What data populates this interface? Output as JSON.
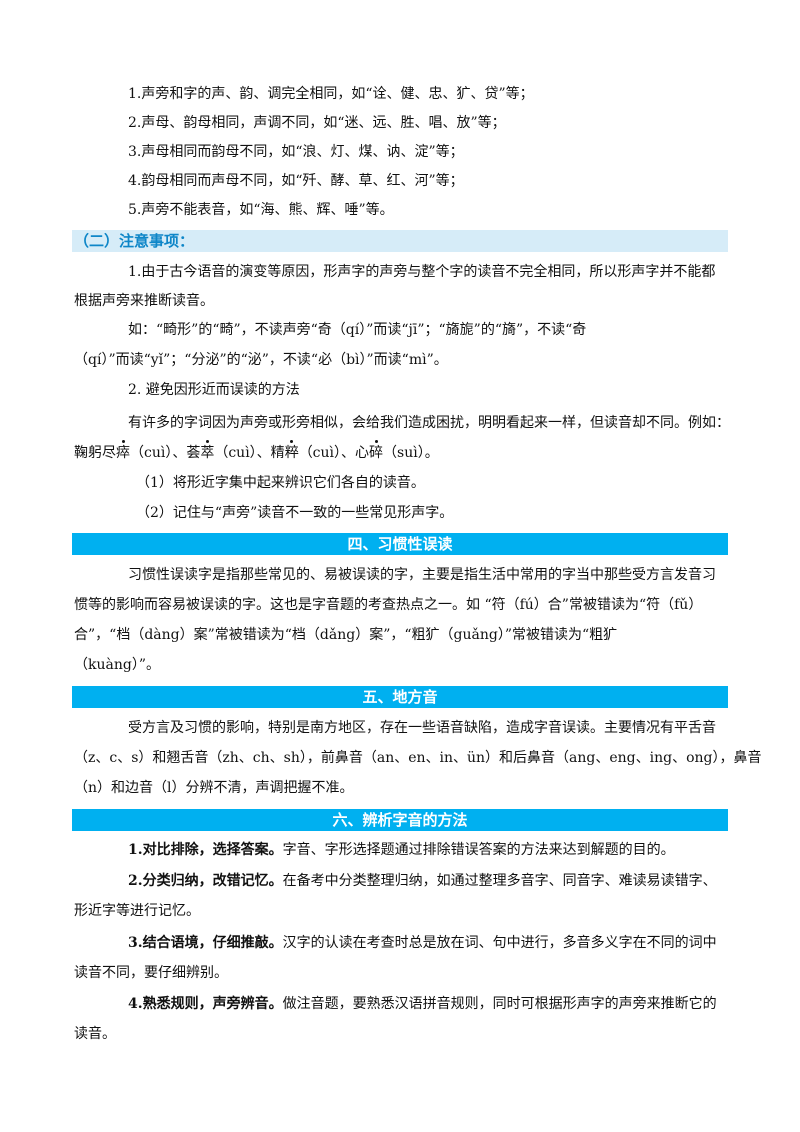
{
  "intro_items": [
    "1.声旁和字的声、韵、调完全相同，如“诠、健、忠、犷、贷”等；",
    "2.声母、韵母相同，声调不同，如“迷、远、胜、唱、放”等；",
    "3.声母相同而韵母不同，如“浪、灯、煤、讷、淀”等；",
    "4.韵母相同而声母不同，如“歼、酵、草、红、河”等；",
    "5.声旁不能表音，如“海、熊、辉、唾”等。"
  ],
  "section_notes": {
    "heading": "（二）注意事项：",
    "p1_line1": "1.由于古今语音的演变等原因，形声字的声旁与整个字的读音不完全相同，所以形声字并不能都",
    "p1_line2": "根据声旁来推断读音。",
    "ex_line1": "如：“畸形”的“畸”，不读声旁“奇（qí）”而读“jī”；“旖旎”的“旖”，不读“奇",
    "ex_line2": "（qí）”而读“yǐ”；“分泌”的“泌”，不读“必（bì）”而读“mì”。",
    "p2_title": "2. 避免因形近而误读的方法",
    "p2_line1": "有许多的字词因为声旁或形旁相似，会给我们造成困扰，明明看起来一样，但读音却不同。例如：",
    "ex2": {
      "w1_pre": "鞠躬尽",
      "w1_dot": "瘁",
      "w1_py": "（cuì）、荟",
      "w2_dot": "萃",
      "w2_py": "（cuì）、精",
      "w3_dot": "粹",
      "w3_py": "（cuì）、心",
      "w4_dot": "碎",
      "w4_py": "（suì）。"
    },
    "sub1": "（1）将形近字集中起来辨识它们各自的读音。",
    "sub2": "（2）记住与“声旁”读音不一致的一些常见形声字。"
  },
  "section4": {
    "title": "四、习惯性误读",
    "line1": "习惯性误读字是指那些常见的、易被误读的字，主要是指生活中常用的字当中那些受方言发音习",
    "line2": "惯等的影响而容易被误读的字。这也是字音题的考查热点之一。如 “符（fú）合”常被错读为“符（fǔ）",
    "line3": "合”，“档（dàng）案”常被错读为“档（dǎng）案”，“粗犷（guǎng）”常被错读为“粗犷",
    "line4": "（kuàng）”。"
  },
  "section5": {
    "title": "五、地方音",
    "line1": "受方言及习惯的影响，特别是南方地区，存在一些语音缺陷，造成字音误读。主要情况有平舌音",
    "line2": "（z、c、s）和翘舌音（zh、ch、sh），前鼻音（an、en、in、ün）和后鼻音（ang、eng、ing、ong），鼻音",
    "line3": "（n）和边音（l）分辨不清，声调把握不准。"
  },
  "section6": {
    "title": "六、辨析字音的方法",
    "m1_bold": "1.对比排除，选择答案。",
    "m1_text": "字音、字形选择题通过排除错误答案的方法来达到解题的目的。",
    "m2_bold": "2.分类归纳，改错记忆。",
    "m2_text": "在备考中分类整理归纳，如通过整理多音字、同音字、难读易读错字、",
    "m2_line2": "形近字等进行记忆。",
    "m3_bold": "3.结合语境，仔细推敲。",
    "m3_text": "汉字的认读在考查时总是放在词、句中进行，多音多义字在不同的词中",
    "m3_line2": "读音不同，要仔细辨别。",
    "m4_bold": "4.熟悉规则，声旁辨音。",
    "m4_text": "做注音题，要熟悉汉语拼音规则，同时可根据形声字的声旁来推断它的",
    "m4_line2": "读音。"
  },
  "colors": {
    "heading_bar": "#00b0f0",
    "subheading_bar": "#d6ecf8",
    "subheading_text": "#0e86c8"
  }
}
